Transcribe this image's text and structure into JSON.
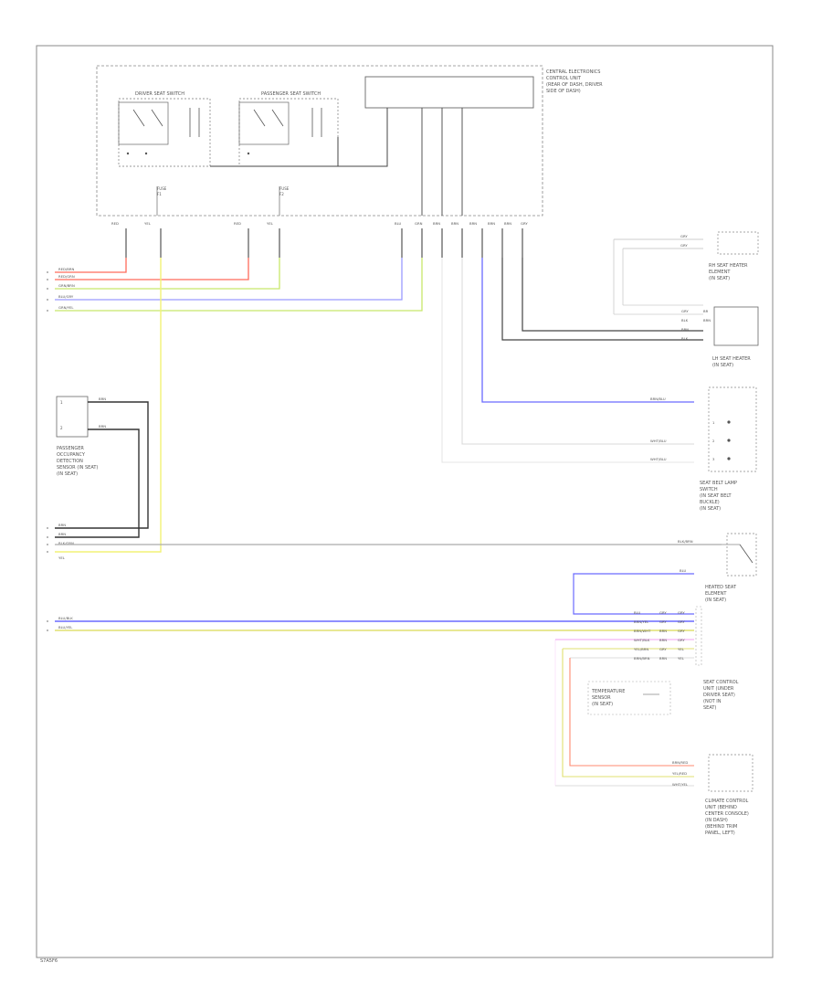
{
  "diagram_id": "S7A5F6",
  "components": {
    "central_module": {
      "label_lines": [
        "CENTRAL ELECTRONICS",
        "CONTROL UNIT",
        "(REAR OF DASH, DRIVER",
        "SIDE OF DASH)"
      ]
    },
    "driver_seat_switch": {
      "label": "DRIVER SEAT SWITCH"
    },
    "passenger_seat_switch": {
      "label": "PASSENGER SEAT SWITCH"
    },
    "fuse_1": {
      "label_lines": [
        "FUSE",
        "F1"
      ]
    },
    "fuse_2": {
      "label_lines": [
        "FUSE",
        "F2"
      ]
    },
    "passenger_occupancy_sensor": {
      "label_lines": [
        "PASSENGER",
        "OCCUPANCY",
        "DETECTION",
        "SENSOR (IN SEAT)",
        "(IN SEAT)"
      ]
    },
    "rh_seat_heater": {
      "label_lines": [
        "RH SEAT HEATER",
        "ELEMENT",
        "(IN SEAT)"
      ]
    },
    "lh_seat_heater": {
      "label_lines": [
        "LH SEAT HEATER",
        "(IN SEAT)"
      ]
    },
    "seat_belt_warning": {
      "label_lines": [
        "SEAT BELT LAMP",
        "SWITCH",
        "(IN SEAT BELT",
        "BUCKLE)",
        "(IN SEAT)"
      ]
    },
    "heating_element": {
      "label_lines": [
        "HEATED SEAT",
        "ELEMENT",
        "(IN SEAT)"
      ]
    },
    "seat_control_module": {
      "label_lines": [
        "SEAT CONTROL",
        "UNIT (UNDER",
        "DRIVER SEAT)",
        "(NOT IN",
        "SEAT)"
      ]
    },
    "temp_sensor": {
      "label_lines": [
        "TEMPERATURE",
        "SENSOR",
        "(IN SEAT)"
      ]
    },
    "climate_module": {
      "label_lines": [
        "CLIMATE CONTROL",
        "UNIT (BEHIND",
        "CENTER CONSOLE)",
        "(IN DASH)",
        "(BEHIND TRIM",
        "PANEL, LEFT)"
      ]
    }
  },
  "top_wires": [
    {
      "label": "RED/BRN",
      "color": "#ff6b5a"
    },
    {
      "label": "RED/GRN",
      "color": "#ff6b5a"
    },
    {
      "label": "GRN/BRN",
      "color": "#c8e86a"
    },
    {
      "label": "BLU/GRY",
      "color": "#9a9aff"
    },
    {
      "label": "GRN/YEL",
      "color": "#c8e86a"
    }
  ],
  "left_bottom_wires": [
    {
      "label": "BRN"
    },
    {
      "label": "BRN"
    },
    {
      "label": "BLK/GRN"
    },
    {
      "label": "YEL"
    }
  ],
  "bus_wires": [
    {
      "label": "BLU/BLK",
      "color": "#6a6aff"
    },
    {
      "label": "BLU/YEL",
      "color": "#e0e070"
    }
  ],
  "right_labels": {
    "rh_heater_pins": [
      "GRY",
      "GRY"
    ],
    "lh_heater_pins": [
      "GRY",
      "BR",
      "BLK",
      "BRN",
      "BRN",
      "BLK"
    ],
    "belt_wires": [
      "BRN/BLU",
      "WHT/BLU",
      "WHT/BLU"
    ],
    "belt_pins": [
      "1",
      "2",
      "3"
    ],
    "switch_wire": "BLK/BRN",
    "blue_wire": "BLU",
    "module_rows": [
      [
        "BLU",
        "GRY",
        "GRY"
      ],
      [
        "BRN/YEL",
        "GRY",
        "GRY"
      ],
      [
        "BRN/WHT",
        "BRN",
        "GRY"
      ],
      [
        "WHT/BLK",
        "BRN",
        "GRY"
      ],
      [
        "YEL/BRN",
        "GRY",
        "YEL"
      ],
      [
        "BRN/BRN",
        "BRN",
        "YEL"
      ]
    ],
    "climate_rows": [
      "BRN/RED",
      "YEL/RED",
      "WHT/YEL"
    ]
  },
  "connector_labels": [
    "RED",
    "YEL",
    "RED",
    "YEL",
    "BLU",
    "GRN",
    "BRN",
    "BRN",
    "BRN",
    "BRN",
    "BRN",
    "GRY"
  ],
  "colors": {
    "red": "#ff6b5a",
    "yellow": "#f2f276",
    "green": "#c8e86a",
    "blue": "#8a8aff",
    "dark": "#333333",
    "gray": "#8a8a8a",
    "magenta": "#f0a0f0"
  }
}
